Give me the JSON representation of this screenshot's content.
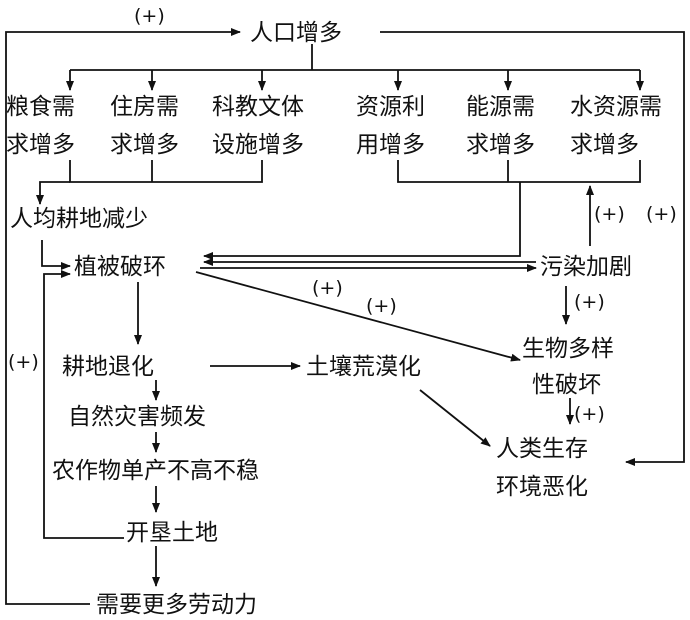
{
  "nodes": {
    "population": "人口增多",
    "grain": [
      "粮食需",
      "求增多"
    ],
    "housing": [
      "住房需",
      "求增多"
    ],
    "education": [
      "科教文体",
      "设施增多"
    ],
    "resources": [
      "资源利",
      "用增多"
    ],
    "energy": [
      "能源需",
      "求增多"
    ],
    "water": [
      "水资源需",
      "求增多"
    ],
    "farmland_per_capita": "人均耕地减少",
    "vegetation": "植被破环",
    "pollution": "污染加剧",
    "farmland_degrade": "耕地退化",
    "desertification": "土壤荒漠化",
    "biodiversity": [
      "生物多样",
      "性破坏"
    ],
    "disasters": "自然灾害频发",
    "crops": "农作物单产不高不稳",
    "reclaim": "开垦土地",
    "survival": [
      "人类生存",
      "环境恶化"
    ],
    "labor": "需要更多劳动力"
  },
  "signs": {
    "plus": "(+)"
  }
}
